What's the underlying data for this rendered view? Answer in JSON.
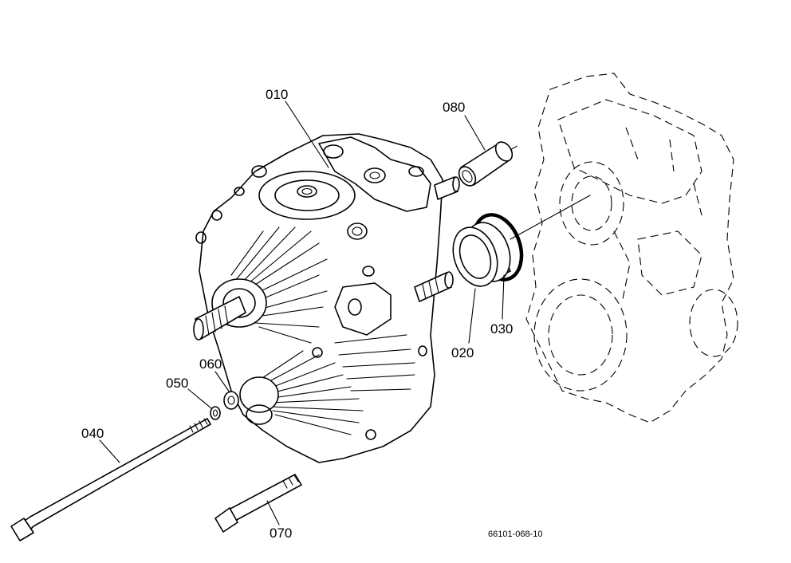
{
  "parts": {
    "p010": "010",
    "p020": "020",
    "p030": "030",
    "p040": "040",
    "p050": "050",
    "p060": "060",
    "p070": "070",
    "p080": "080"
  },
  "drawing_code": "66101-068-10"
}
